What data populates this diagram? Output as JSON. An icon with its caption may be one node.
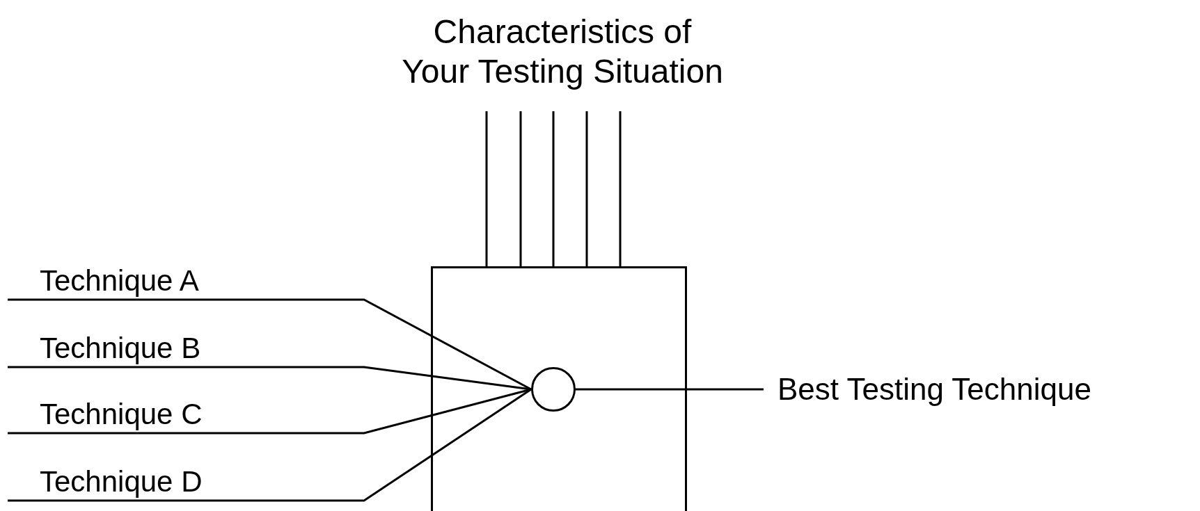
{
  "diagram": {
    "nodes": [
      {
        "text": [
          "Characteristics of Your Testing Situation"
        ]
      },
      {
        "text": [
          "Technique A"
        ]
      },
      {
        "text": [
          "Technique B"
        ]
      },
      {
        "text": [
          "Technique C"
        ]
      },
      {
        "text": [
          "Technique D"
        ]
      },
      {
        "text": [],
        "shape": "box"
      },
      {
        "text": [],
        "shape": "circle",
        "in": 5
      },
      {
        "text": [
          "Best Testing Technique"
        ]
      }
    ],
    "edges": [
      {
        "from": 0,
        "to": 5,
        "arrow": "none"
      },
      {
        "from": 0,
        "to": 5,
        "arrow": "none"
      },
      {
        "from": 0,
        "to": 5,
        "arrow": "none"
      },
      {
        "from": 0,
        "to": 5,
        "arrow": "none"
      },
      {
        "from": 0,
        "to": 5,
        "arrow": "none"
      },
      {
        "from": 1,
        "to": 6,
        "arrow": "none"
      },
      {
        "from": 2,
        "to": 6,
        "arrow": "none"
      },
      {
        "from": 3,
        "to": 6,
        "arrow": "none"
      },
      {
        "from": 4,
        "to": 6,
        "arrow": "none"
      },
      {
        "from": 6,
        "to": 7,
        "arrow": "none"
      }
    ]
  }
}
